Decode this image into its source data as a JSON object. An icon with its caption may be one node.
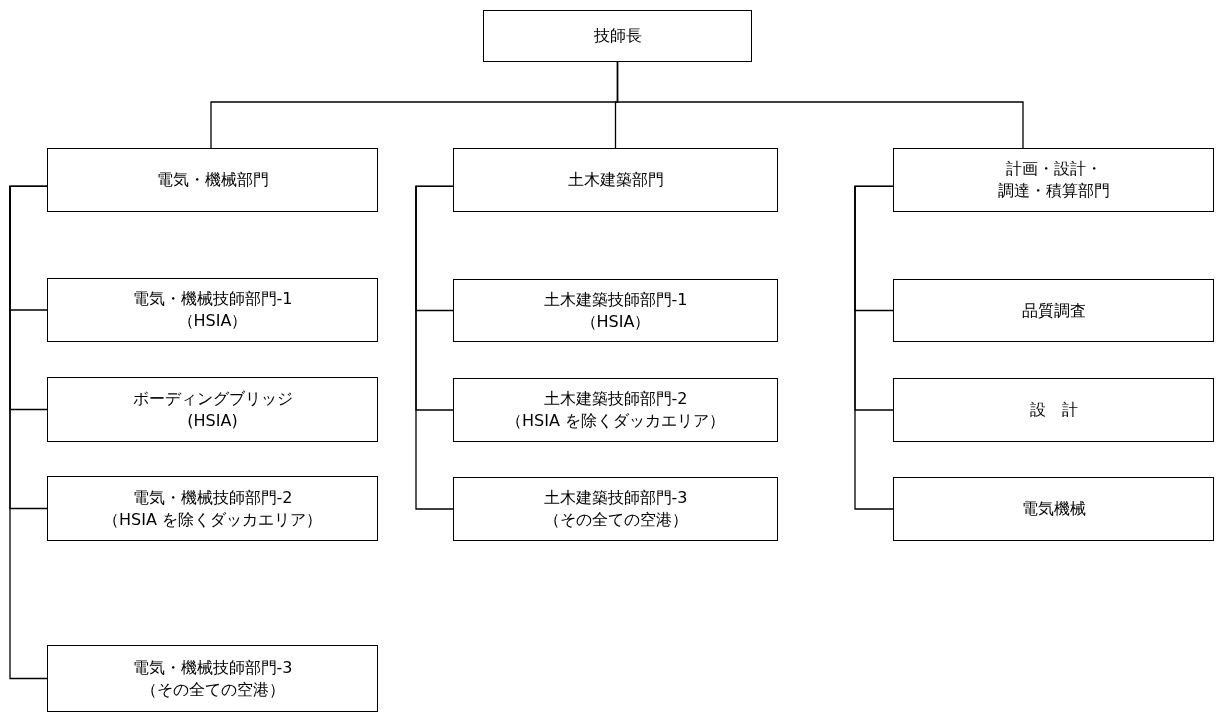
{
  "diagram": {
    "nodes": [
      {
        "text": [
          "技師長"
        ]
      },
      {
        "text": [
          "電気・機械部門"
        ]
      },
      {
        "text": [
          "土木建築部門"
        ]
      },
      {
        "text": [
          "計画・設計・",
          "調達・積算部門"
        ]
      },
      {
        "text": [
          "電気・機械技師部門-1",
          "（HSIA）"
        ]
      },
      {
        "text": [
          "ボーディングブリッジ",
          "(HSIA)"
        ]
      },
      {
        "text": [
          "電気・機械技師部門-2",
          "（HSIA を除くダッカエリア）"
        ]
      },
      {
        "text": [
          "電気・機械技師部門-3",
          "（その全ての空港）"
        ]
      },
      {
        "text": [
          "土木建築技師部門-1",
          "（HSIA）"
        ]
      },
      {
        "text": [
          "土木建築技師部門-2",
          "（HSIA を除くダッカエリア）"
        ]
      },
      {
        "text": [
          "土木建築技師部門-3",
          "（その全ての空港）"
        ]
      },
      {
        "text": [
          "品質調査"
        ]
      },
      {
        "text": [
          "設　計"
        ]
      },
      {
        "text": [
          "電気機械"
        ]
      }
    ],
    "edges": [
      {
        "from": 0,
        "to": 1,
        "arrow": "none"
      },
      {
        "from": 0,
        "to": 2,
        "arrow": "none"
      },
      {
        "from": 0,
        "to": 3,
        "arrow": "none"
      },
      {
        "from": 1,
        "to": 4,
        "arrow": "none"
      },
      {
        "from": 1,
        "to": 5,
        "arrow": "none"
      },
      {
        "from": 1,
        "to": 6,
        "arrow": "none"
      },
      {
        "from": 1,
        "to": 7,
        "arrow": "none"
      },
      {
        "from": 2,
        "to": 8,
        "arrow": "none"
      },
      {
        "from": 2,
        "to": 9,
        "arrow": "none"
      },
      {
        "from": 2,
        "to": 10,
        "arrow": "none"
      },
      {
        "from": 3,
        "to": 11,
        "arrow": "none"
      },
      {
        "from": 3,
        "to": 12,
        "arrow": "none"
      },
      {
        "from": 3,
        "to": 13,
        "arrow": "none"
      }
    ]
  }
}
